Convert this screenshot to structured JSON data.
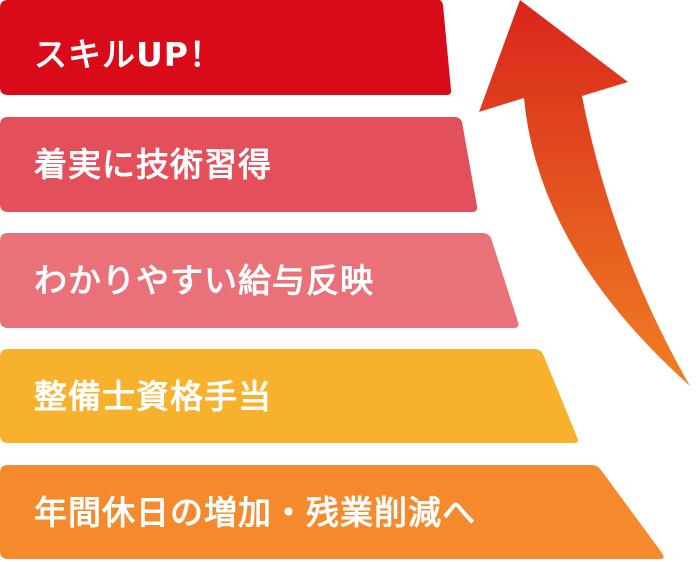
{
  "steps": [
    {
      "label": "スキルUP！",
      "color": "#d90b18"
    },
    {
      "label": "着実に技術習得",
      "color": "#e34f5a"
    },
    {
      "label": "わかりやすい給与反映",
      "color": "#ea717a"
    },
    {
      "label": "整備士資格手当",
      "color": "#f7b12d"
    },
    {
      "label": "年間休日の増加・残業削減へ",
      "color": "#f48a2c"
    }
  ],
  "arrow": {
    "color_top": "#d9261c",
    "color_bottom": "#f07f22"
  }
}
